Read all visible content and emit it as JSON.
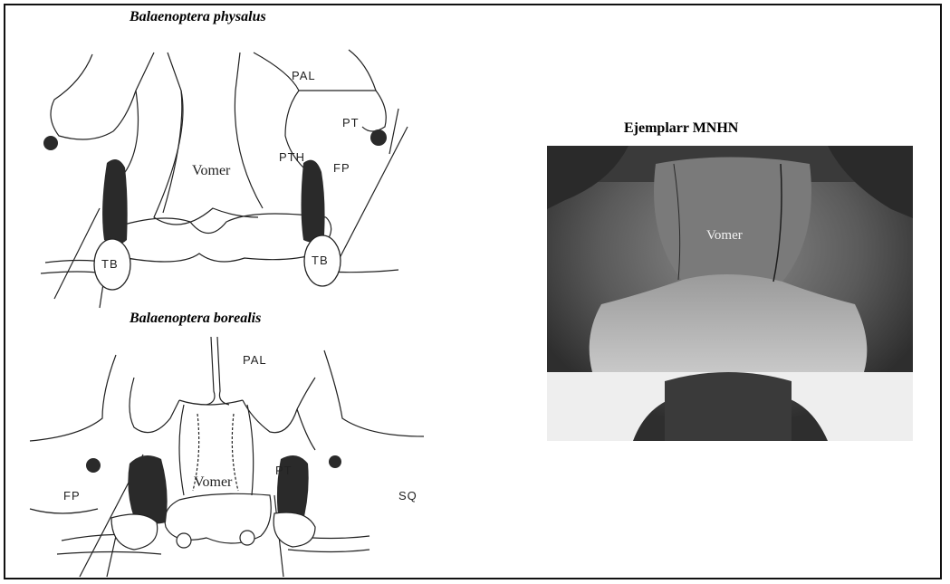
{
  "figure": {
    "top_title": "Balaenoptera physalus",
    "bottom_title": "Balaenoptera borealis",
    "photo_title": "Ejemplarr MNHN"
  },
  "labels_top": {
    "pal": "PAL",
    "pt": "PT",
    "pth": "PTH",
    "fp": "FP",
    "vomer": "Vomer",
    "tb_left": "TB",
    "tb_right": "TB"
  },
  "labels_bottom": {
    "pal": "PAL",
    "pt": "PT",
    "fp": "FP",
    "sq": "SQ",
    "vomer": "Vomer"
  },
  "labels_photo": {
    "vomer": "Vomer"
  }
}
